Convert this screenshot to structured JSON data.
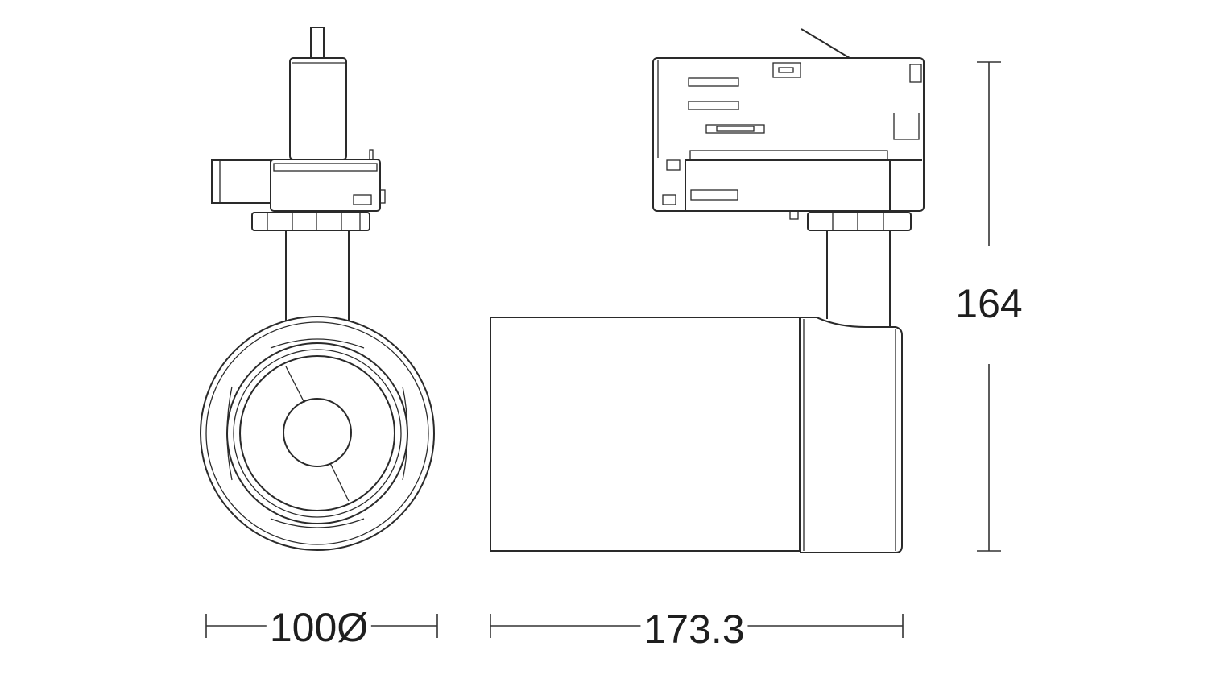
{
  "dimensions": {
    "diameter": "100Ø",
    "length": "173.3",
    "height": "164"
  },
  "colors": {
    "line": "#2a2a2a",
    "background": "#ffffff"
  }
}
